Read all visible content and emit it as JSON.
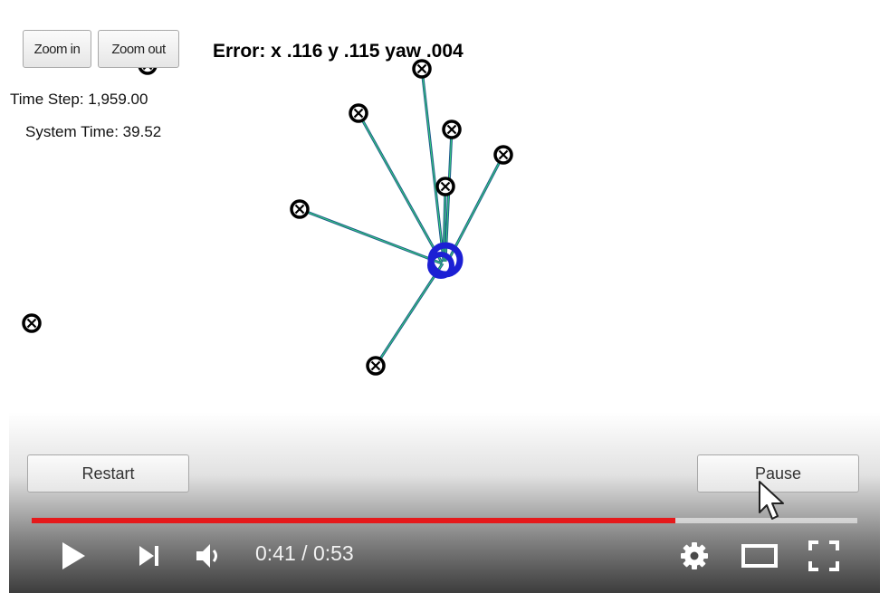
{
  "toolbar": {
    "zoom_in_label": "Zoom in",
    "zoom_out_label": "Zoom out"
  },
  "stats": {
    "time_step": "Time Step: 1,959.00",
    "system_time": "System Time: 39.52"
  },
  "error_readout": "Error: x .116 y .115 yaw .004",
  "sim_controls": {
    "restart_label": "Restart",
    "pause_label": "Pause"
  },
  "player": {
    "current_time": "0:41",
    "separator": "/",
    "duration": "0:53",
    "progress": 0.78,
    "progress_color": "#e5191b"
  },
  "colors": {
    "robot": "#1c1fd4",
    "ray_dark": "#1c5a8c",
    "ray_light": "#3ad67a"
  },
  "icons": [
    "play-icon",
    "next-icon",
    "volume-icon",
    "settings-gear-icon",
    "theater-mode-icon",
    "fullscreen-icon",
    "cursor-arrow-icon",
    "landmark-marker-icon"
  ]
}
